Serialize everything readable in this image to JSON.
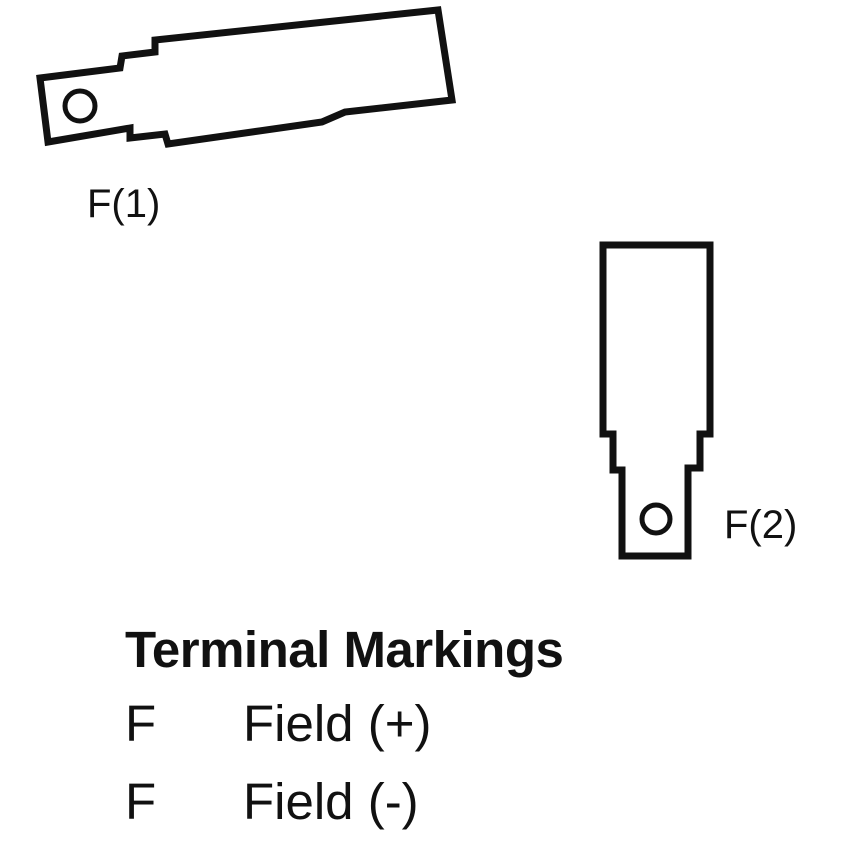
{
  "diagram": {
    "terminals": [
      {
        "id": "f1",
        "label": "F(1)"
      },
      {
        "id": "f2",
        "label": "F(2)"
      }
    ]
  },
  "legend": {
    "title": "Terminal Markings",
    "items": [
      {
        "code": "F",
        "description": "Field (+)"
      },
      {
        "code": "F",
        "description": "Field (-)"
      }
    ]
  },
  "colors": {
    "line": "#111111",
    "background": "#ffffff"
  }
}
